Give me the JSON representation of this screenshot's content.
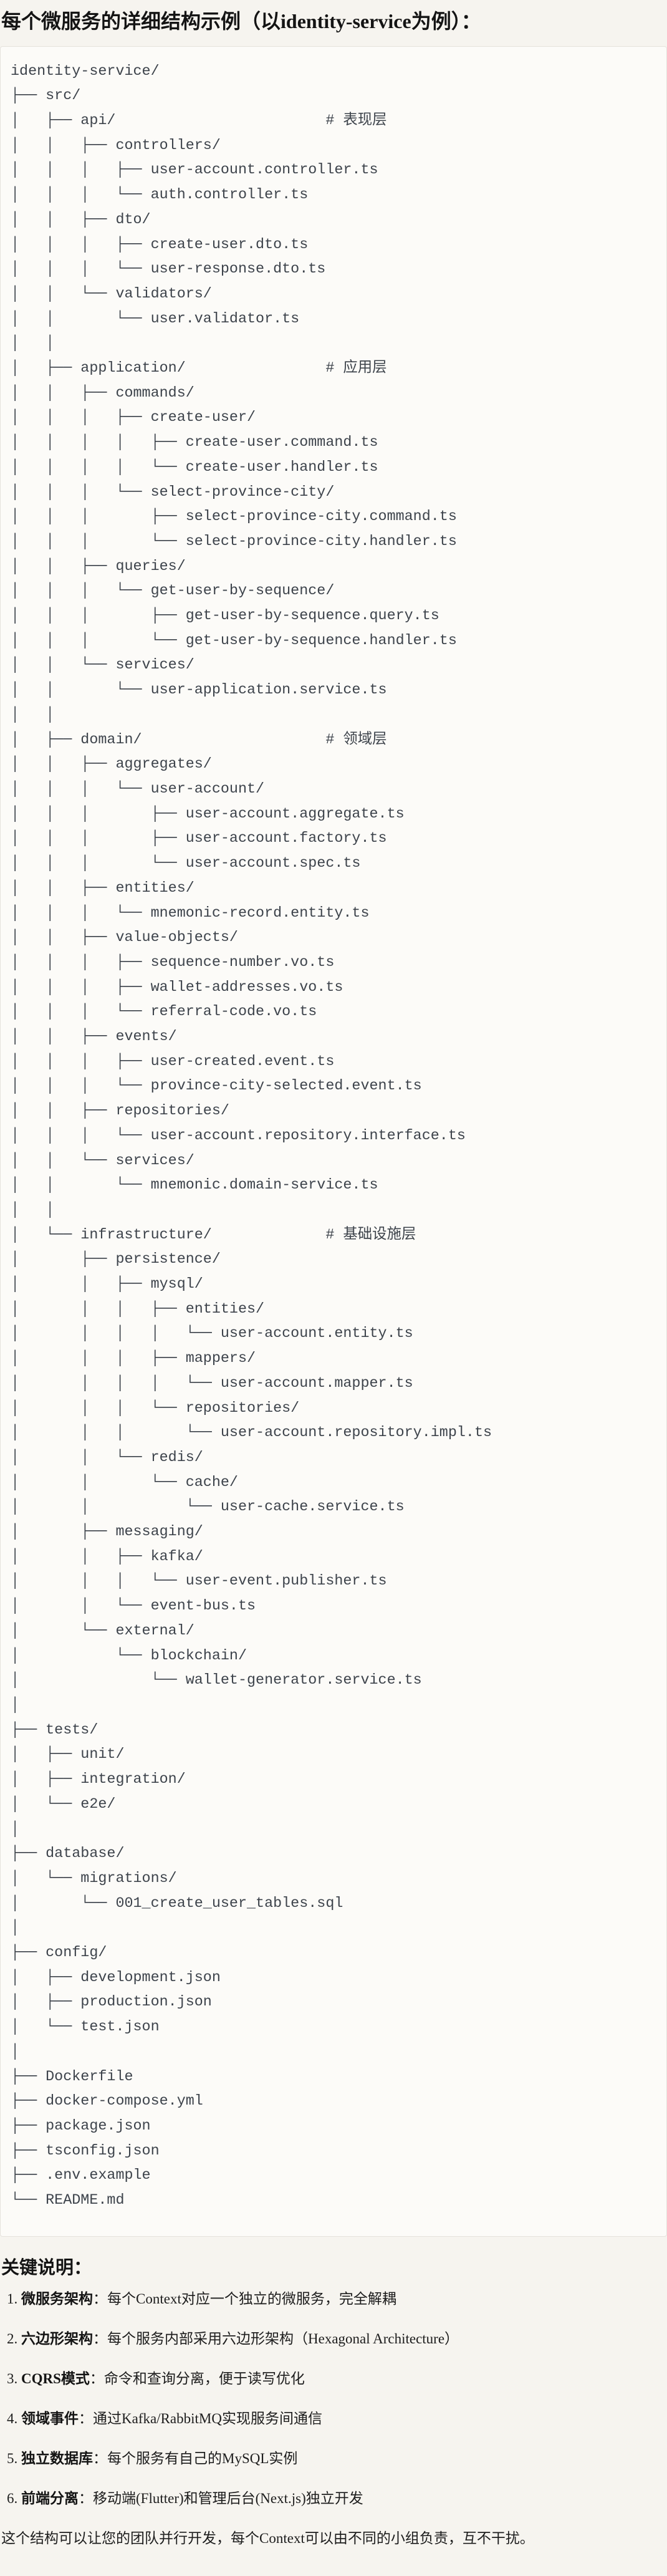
{
  "page": {
    "title": "每个微服务的详细结构示例（以identity-service为例）："
  },
  "tree": {
    "root": "identity-service/",
    "section_comments": [
      "# 表现层",
      "# 应用层",
      "# 领域层",
      "# 基础设施层"
    ],
    "lines": [
      "identity-service/",
      "├── src/",
      "│   ├── api/                        # 表现层",
      "│   │   ├── controllers/",
      "│   │   │   ├── user-account.controller.ts",
      "│   │   │   └── auth.controller.ts",
      "│   │   ├── dto/",
      "│   │   │   ├── create-user.dto.ts",
      "│   │   │   └── user-response.dto.ts",
      "│   │   └── validators/",
      "│   │       └── user.validator.ts",
      "│   │",
      "│   ├── application/                # 应用层",
      "│   │   ├── commands/",
      "│   │   │   ├── create-user/",
      "│   │   │   │   ├── create-user.command.ts",
      "│   │   │   │   └── create-user.handler.ts",
      "│   │   │   └── select-province-city/",
      "│   │   │       ├── select-province-city.command.ts",
      "│   │   │       └── select-province-city.handler.ts",
      "│   │   ├── queries/",
      "│   │   │   └── get-user-by-sequence/",
      "│   │   │       ├── get-user-by-sequence.query.ts",
      "│   │   │       └── get-user-by-sequence.handler.ts",
      "│   │   └── services/",
      "│   │       └── user-application.service.ts",
      "│   │",
      "│   ├── domain/                     # 领域层",
      "│   │   ├── aggregates/",
      "│   │   │   └── user-account/",
      "│   │   │       ├── user-account.aggregate.ts",
      "│   │   │       ├── user-account.factory.ts",
      "│   │   │       └── user-account.spec.ts",
      "│   │   ├── entities/",
      "│   │   │   └── mnemonic-record.entity.ts",
      "│   │   ├── value-objects/",
      "│   │   │   ├── sequence-number.vo.ts",
      "│   │   │   ├── wallet-addresses.vo.ts",
      "│   │   │   └── referral-code.vo.ts",
      "│   │   ├── events/",
      "│   │   │   ├── user-created.event.ts",
      "│   │   │   └── province-city-selected.event.ts",
      "│   │   ├── repositories/",
      "│   │   │   └── user-account.repository.interface.ts",
      "│   │   └── services/",
      "│   │       └── mnemonic.domain-service.ts",
      "│   │",
      "│   └── infrastructure/             # 基础设施层",
      "│       ├── persistence/",
      "│       │   ├── mysql/",
      "│       │   │   ├── entities/",
      "│       │   │   │   └── user-account.entity.ts",
      "│       │   │   ├── mappers/",
      "│       │   │   │   └── user-account.mapper.ts",
      "│       │   │   └── repositories/",
      "│       │   │       └── user-account.repository.impl.ts",
      "│       │   └── redis/",
      "│       │       └── cache/",
      "│       │           └── user-cache.service.ts",
      "│       ├── messaging/",
      "│       │   ├── kafka/",
      "│       │   │   └── user-event.publisher.ts",
      "│       │   └── event-bus.ts",
      "│       └── external/",
      "│           └── blockchain/",
      "│               └── wallet-generator.service.ts",
      "│",
      "├── tests/",
      "│   ├── unit/",
      "│   ├── integration/",
      "│   └── e2e/",
      "│",
      "├── database/",
      "│   └── migrations/",
      "│       └── 001_create_user_tables.sql",
      "│",
      "├── config/",
      "│   ├── development.json",
      "│   ├── production.json",
      "│   └── test.json",
      "│",
      "├── Dockerfile",
      "├── docker-compose.yml",
      "├── package.json",
      "├── tsconfig.json",
      "├── .env.example",
      "└── README.md"
    ]
  },
  "notes": {
    "heading": "关键说明：",
    "items": [
      {
        "label": "微服务架构",
        "text": "：每个Context对应一个独立的微服务，完全解耦"
      },
      {
        "label": "六边形架构",
        "text": "：每个服务内部采用六边形架构（Hexagonal Architecture）"
      },
      {
        "label": "CQRS模式",
        "text": "：命令和查询分离，便于读写优化"
      },
      {
        "label": "领域事件",
        "text": "：通过Kafka/RabbitMQ实现服务间通信"
      },
      {
        "label": "独立数据库",
        "text": "：每个服务有自己的MySQL实例"
      },
      {
        "label": "前端分离",
        "text": "：移动端(Flutter)和管理后台(Next.js)独立开发"
      }
    ],
    "footer": "这个结构可以让您的团队并行开发，每个Context可以由不同的小组负责，互不干扰。"
  },
  "colors": {
    "page_background": "#f6f4ef",
    "code_background": "#fcfbf8",
    "code_border": "#e5e2dc",
    "tree_text": "#3d434b",
    "heading_text": "#141414",
    "body_text": "#1d1d1d"
  }
}
